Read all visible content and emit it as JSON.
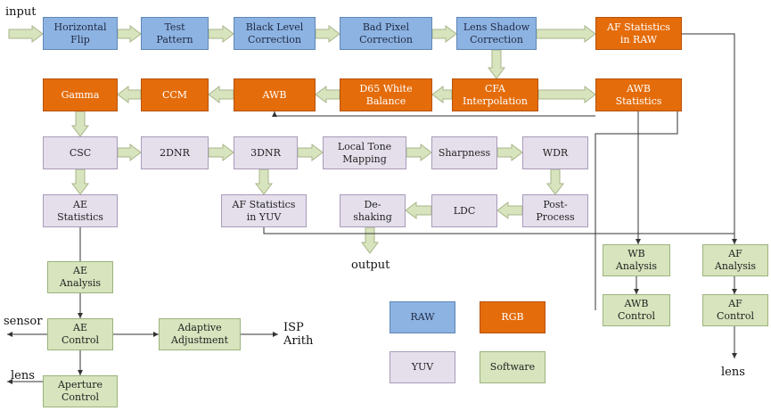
{
  "diagram": {
    "labels": {
      "input": "input",
      "output": "output",
      "sensor": "sensor",
      "lens_left": "lens",
      "lens_right": "lens",
      "isp_arith": "ISP\nArith"
    },
    "blocks": {
      "horizontal_flip": "Horizontal\nFlip",
      "test_pattern": "Test\nPattern",
      "black_level": "Black Level\nCorrection",
      "bad_pixel": "Bad Pixel\nCorrection",
      "lens_shadow": "Lens Shadow\nCorrection",
      "af_stats_raw": "AF Statistics\nin RAW",
      "gamma": "Gamma",
      "ccm": "CCM",
      "awb": "AWB",
      "d65_wb": "D65 White\nBalance",
      "cfa": "CFA\nInterpolation",
      "awb_stats": "AWB\nStatistics",
      "csc": "CSC",
      "dnr2": "2DNR",
      "dnr3": "3DNR",
      "ltm": "Local Tone\nMapping",
      "sharpness": "Sharpness",
      "wdr": "WDR",
      "ae_stats": "AE\nStatistics",
      "af_stats_yuv": "AF Statistics\nin YUV",
      "deshaking": "De-\nshaking",
      "ldc": "LDC",
      "post_process": "Post-\nProcess",
      "ae_analysis": "AE\nAnalysis",
      "ae_control": "AE\nControl",
      "adaptive_adj": "Adaptive\nAdjustment",
      "aperture_control": "Aperture\nControl",
      "wb_analysis": "WB\nAnalysis",
      "awb_control": "AWB\nControl",
      "af_analysis": "AF\nAnalysis",
      "af_control": "AF\nControl"
    },
    "legend": {
      "raw": "RAW",
      "rgb": "RGB",
      "yuv": "YUV",
      "software": "Software"
    },
    "colors": {
      "raw": "#8db3e2",
      "rgb": "#e46c0a",
      "yuv": "#e5dfec",
      "software": "#d7e4bd",
      "flow_arrow": "#d7e4bd",
      "control_line": "#333333"
    }
  }
}
